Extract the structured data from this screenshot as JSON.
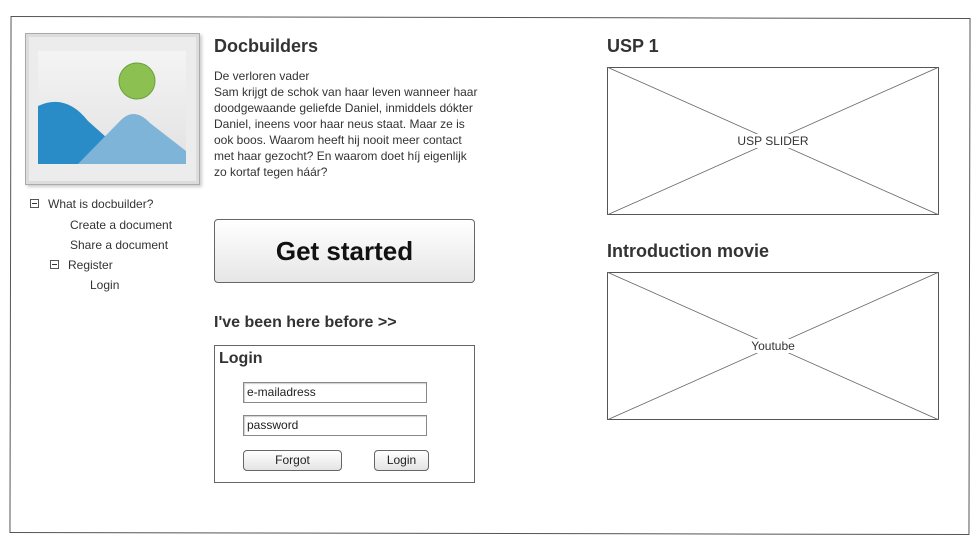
{
  "app": {
    "title": "Docbuilders",
    "description_lines": [
      "De verloren vader",
      "Sam krijgt de schok van haar leven wanneer haar",
      "doodgewaande geliefde Daniel, inmiddels dókter",
      "Daniel, ineens voor haar neus staat. Maar ze is",
      "ook boos. Waarom heeft hij nooit meer contact",
      "met haar gezocht? En waarom doet híj eigenlijk",
      "zo kortaf tegen háár?"
    ]
  },
  "nav_tree": {
    "items": [
      {
        "label": "What is docbuilder?",
        "toggle": true
      },
      {
        "label": "Create a document",
        "toggle": false
      },
      {
        "label": "Share a document",
        "toggle": false
      },
      {
        "label": "Register",
        "toggle": true
      },
      {
        "label": "Login",
        "toggle": false
      }
    ]
  },
  "cta": {
    "label": "Get started"
  },
  "returning": {
    "label": "I've been here before >>"
  },
  "login": {
    "title": "Login",
    "email_value": "e-mailadress",
    "password_value": "password",
    "forgot_label": "Forgot",
    "login_label": "Login"
  },
  "usp": {
    "title": "USP 1",
    "placeholder_label": "USP SLIDER"
  },
  "intro": {
    "title": "Introduction movie",
    "placeholder_label": "Youtube"
  },
  "icons": {
    "hero": "image-placeholder-icon",
    "toggle": "collapse-toggle-icon"
  }
}
